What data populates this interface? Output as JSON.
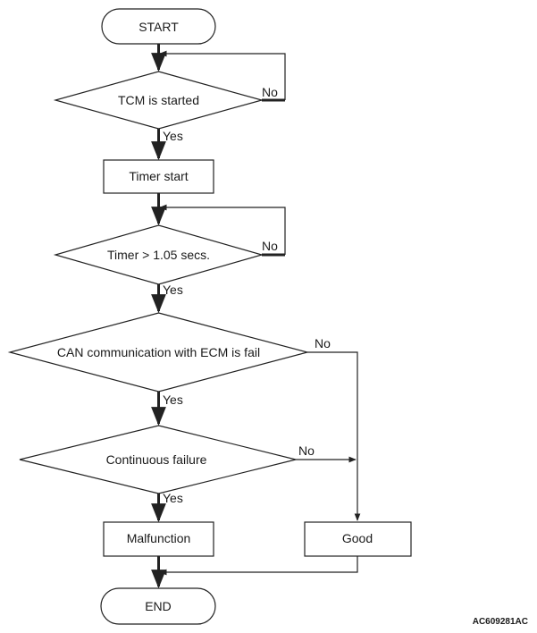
{
  "nodes": {
    "start": "START",
    "tcm_started": "TCM is started",
    "timer_start": "Timer start",
    "timer_check": "Timer > 1.05 secs.",
    "can_fail": "CAN communication with ECM is fail",
    "continuous_failure": "Continuous failure",
    "malfunction": "Malfunction",
    "good": "Good",
    "end": "END"
  },
  "edges": {
    "tcm_no": "No",
    "tcm_yes": "Yes",
    "timer_no": "No",
    "timer_yes": "Yes",
    "can_no": "No",
    "can_yes": "Yes",
    "cont_no": "No",
    "cont_yes": "Yes"
  },
  "figure_code": "AC609281AC",
  "colors": {
    "line": "#222222",
    "background": "#ffffff",
    "text": "#1a1a1a"
  }
}
